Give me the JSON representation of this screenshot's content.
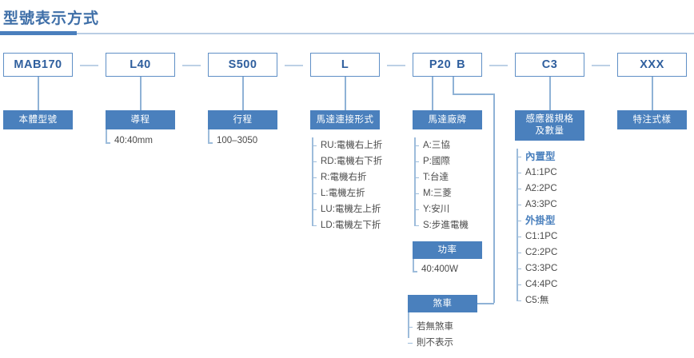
{
  "header": {
    "title": "型號表示方式"
  },
  "colors": {
    "accent": "#4a7fbd",
    "box_fill": "#4a80bd",
    "code_text": "#2f5f9e",
    "line": "#8fb2d6",
    "body_text": "#4a4a4a"
  },
  "code_sequence": [
    {
      "code": "MAB170",
      "sub": ""
    },
    {
      "code": "L40",
      "sub": ""
    },
    {
      "code": "S500",
      "sub": ""
    },
    {
      "code": "L",
      "sub": ""
    },
    {
      "code": "P20",
      "sub": "B"
    },
    {
      "code": "C3",
      "sub": ""
    },
    {
      "code": "XXX",
      "sub": ""
    }
  ],
  "columns": [
    {
      "id": "body-model",
      "label": "本體型號",
      "options": []
    },
    {
      "id": "lead",
      "label": "導程",
      "options": [
        "40:40mm"
      ]
    },
    {
      "id": "stroke",
      "label": "行程",
      "options": [
        "100–3050"
      ]
    },
    {
      "id": "motor-connection",
      "label": "馬達連接形式",
      "options": [
        "RU:電機右上折",
        "RD:電機右下折",
        "R:電機右折",
        "L:電機左折",
        "LU:電機左上折",
        "LD:電機左下折"
      ]
    },
    {
      "id": "motor-brand",
      "label": "馬達廠牌",
      "options": [
        "A:三協",
        "P:國際",
        "T:台達",
        "M:三菱",
        "Y:安川",
        "S:步進電機"
      ]
    },
    {
      "id": "sensor",
      "label": "感應器規格\n及數量",
      "options": [
        {
          "text": "內置型",
          "group": true
        },
        {
          "text": "A1:1PC",
          "group": false
        },
        {
          "text": "A2:2PC",
          "group": false
        },
        {
          "text": "A3:3PC",
          "group": false
        },
        {
          "text": "外掛型",
          "group": true
        },
        {
          "text": "C1:1PC",
          "group": false
        },
        {
          "text": "C2:2PC",
          "group": false
        },
        {
          "text": "C3:3PC",
          "group": false
        },
        {
          "text": "C4:4PC",
          "group": false
        },
        {
          "text": "C5:無",
          "group": false
        }
      ]
    },
    {
      "id": "special-spec",
      "label": "特注式樣",
      "options": []
    }
  ],
  "sub_blocks": [
    {
      "id": "power",
      "label": "功率",
      "options": [
        "40:400W"
      ]
    },
    {
      "id": "brake",
      "label": "煞車",
      "options": [
        "若無煞車",
        "則不表示"
      ]
    }
  ],
  "labels": {
    "sensor_line1": "感應器規格",
    "sensor_line2": "及數量"
  }
}
